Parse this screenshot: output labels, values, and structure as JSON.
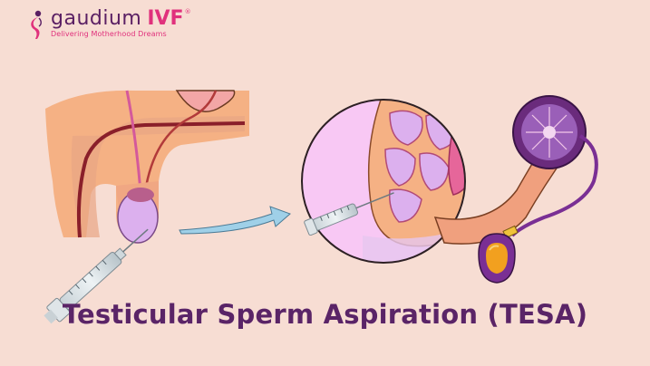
{
  "brand": {
    "name": "gaudium",
    "ivf": "IVF",
    "reg": "®",
    "tagline": "Delivering Motherhood Dreams"
  },
  "title": "Testicular Sperm Aspiration (TESA)",
  "colors": {
    "background": "#f7ddd3",
    "title": "#5a2467",
    "brand_accent": "#e0317c",
    "tissue": "#f5b184",
    "testis": "#dcb0ee",
    "tubule": "#d84f7f",
    "arrow": "#9fd0e8"
  }
}
